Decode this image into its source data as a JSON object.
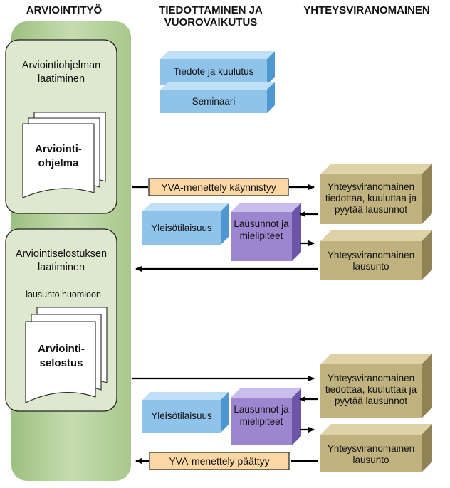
{
  "headers": {
    "left": "ARVIOINTITYÖ",
    "middle": "TIEDOTTAMINEN JA VUOROVAIKUTUS",
    "right": "YHTEYSVIRANOMAINEN"
  },
  "left_column": {
    "top_panel": {
      "title": "Arviointiohjelman laatiminen",
      "document": "Arviointi-ohjelma"
    },
    "bottom_panel": {
      "title": "Arviointiselostuksen laatiminen",
      "note": "-lausunto huomioon",
      "document": "Arviointi-selostus"
    }
  },
  "middle_column": {
    "info_box": "Tiedote ja kuulutus",
    "seminar_box": "Seminaari",
    "public_event_1": "Yleisötilaisuus",
    "statements_1": "Lausunnot ja mielipiteet",
    "public_event_2": "Yleisötilaisuus",
    "statements_2": "Lausunnot ja mielipiteet"
  },
  "right_column": {
    "authority_1": "Yhteysviranomainen tiedottaa, kuuluttaa ja pyytää lausunnot",
    "authority_statement_1": "Yhteysviranomainen lausunto",
    "authority_2": "Yhteysviranomainen tiedottaa, kuuluttaa ja pyytää lausunnot",
    "authority_statement_2": "Yhteysviranomainen lausunto"
  },
  "labels": {
    "process_started": "YVA-menettely käynnistyy",
    "process_ended": "YVA-menettely päättyy"
  },
  "colors": {
    "green_column": "#b6d29f",
    "green_panel": "#dde8cf",
    "blue_box": "#8fc3ea",
    "purple_box": "#9b86cf",
    "khaki_box": "#bfb27e",
    "label_fill": "#fbd7a3"
  }
}
